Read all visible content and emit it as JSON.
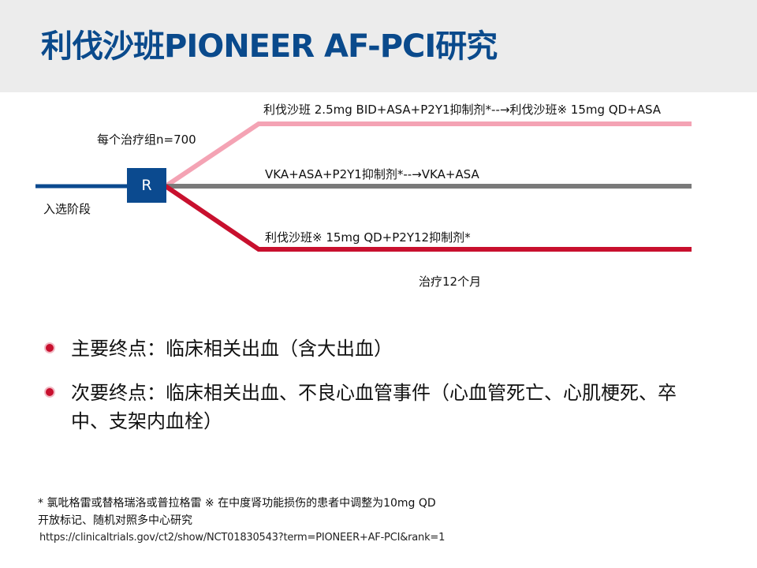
{
  "title": "利伐沙班PIONEER AF-PCI研究",
  "diagram": {
    "enrollment_label": "入选阶段",
    "group_size_label": "每个治疗组n=700",
    "randomization_label": "R",
    "duration_label": "治疗12个月",
    "arms": [
      {
        "label": "利伐沙班 2.5mg BID+ASA+P2Y1抑制剂*--→利伐沙班※ 15mg QD+ASA",
        "color": "#f4a3b4"
      },
      {
        "label": "VKA+ASA+P2Y1抑制剂*--→VKA+ASA",
        "color": "#7a7a7a"
      },
      {
        "label": "利伐沙班※ 15mg QD+P2Y12抑制剂*",
        "color": "#c8102e"
      }
    ],
    "lead_line_color": "#0b4a8f"
  },
  "bullets": [
    "主要终点：临床相关出血（含大出血）",
    "次要终点：临床相关出血、不良心血管事件（心血管死亡、心肌梗死、卒中、支架内血栓）"
  ],
  "footnotes": [
    "* 氯吡格雷或替格瑞洛或普拉格雷 ※ 在中度肾功能损伤的患者中调整为10mg QD",
    "开放标记、随机对照多中心研究"
  ],
  "url": "https://clinicaltrials.gov/ct2/show/NCT01830543?term=PIONEER+AF-PCI&rank=1"
}
